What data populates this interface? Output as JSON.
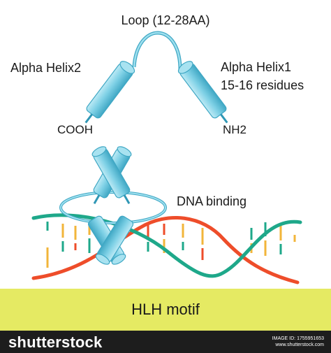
{
  "labels": {
    "loop": "Loop (12-28AA)",
    "helix2": "Alpha Helix2",
    "helix1_line1": "Alpha Helix1",
    "helix1_line2": "15-16 residues",
    "cooh": "COOH",
    "nh2": "NH2",
    "dna_binding": "DNA binding"
  },
  "motif_label": "HLH motif",
  "footer": {
    "brand": "shutterstock",
    "image_id": "IMAGE ID: 1755951653",
    "site": "www.shutterstock.com"
  },
  "colors": {
    "helix": "#7fd1e6",
    "helix_dark": "#3fa7c4",
    "strand_green": "#1ea88a",
    "strand_red": "#ee4d2a",
    "base_yellow": "#f2b53a",
    "motif_band": "#e5ea63",
    "footer_bg": "#1d1d1d"
  }
}
